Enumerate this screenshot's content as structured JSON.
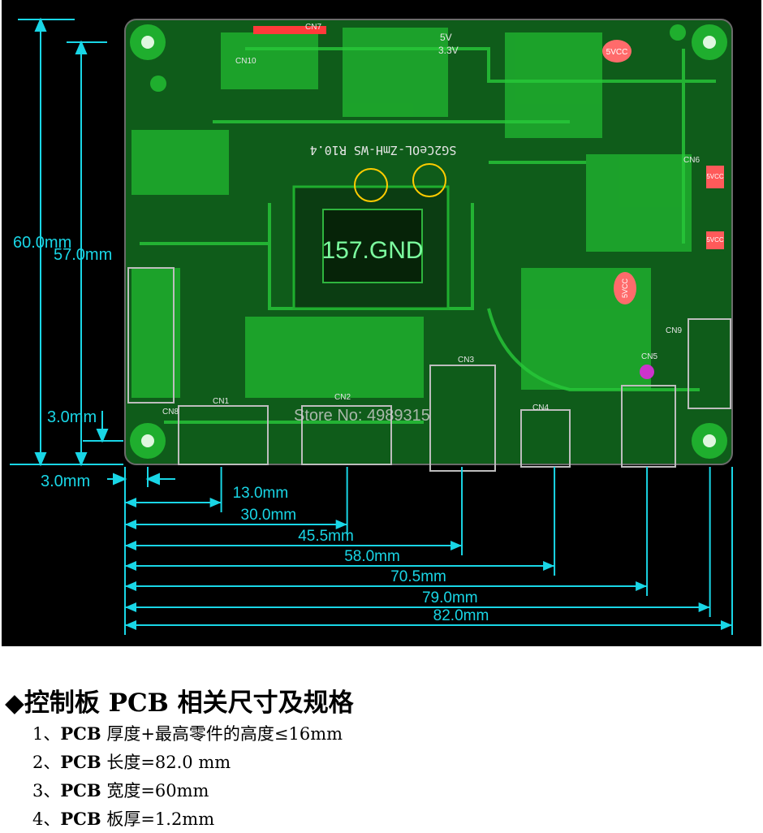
{
  "diagram": {
    "board_label": "157.GND",
    "silkscreen_code": "SG2CeOL-ZmH-WS R10.4",
    "watermark": "Store No: 4989315",
    "vcc_labels": [
      "5VCC",
      "5VCC",
      "5VCC",
      "5VCC"
    ],
    "connector_labels": [
      "CN7",
      "CN10",
      "CN1",
      "CN2",
      "CN3",
      "CN4",
      "CN5",
      "CN6",
      "CN8",
      "CN9"
    ],
    "voltage_labels": [
      "5V",
      "3.3V"
    ],
    "vertical_dimensions": [
      {
        "id": "v60",
        "value": 60.0,
        "label": "60.0mm"
      },
      {
        "id": "v57",
        "value": 57.0,
        "label": "57.0mm"
      },
      {
        "id": "v3a",
        "value": 3.0,
        "label": "3.0mm"
      },
      {
        "id": "v3b",
        "value": 3.0,
        "label": "3.0mm"
      }
    ],
    "horizontal_dimensions": [
      {
        "id": "h13",
        "value": 13.0,
        "label": "13.0mm"
      },
      {
        "id": "h30",
        "value": 30.0,
        "label": "30.0mm"
      },
      {
        "id": "h45",
        "value": 45.5,
        "label": "45.5mm"
      },
      {
        "id": "h58",
        "value": 58.0,
        "label": "58.0mm"
      },
      {
        "id": "h70",
        "value": 70.5,
        "label": "70.5mm"
      },
      {
        "id": "h79",
        "value": 79.0,
        "label": "79.0mm"
      },
      {
        "id": "h82",
        "value": 82.0,
        "label": "82.0mm"
      }
    ],
    "colors": {
      "background": "#000000",
      "board": "#0f5c1a",
      "copper": "#1fae2e",
      "dimension": "#19d6e6",
      "silk": "#e6e6e6",
      "pad": "#ff6b6b"
    }
  },
  "spec": {
    "bullet": "◆",
    "title": "控制板 PCB 相关尺寸及规格",
    "items": [
      {
        "num": "1、",
        "bold": "PCB",
        "text": " 厚度+最高零件的高度≤16mm"
      },
      {
        "num": "2、",
        "bold": "PCB",
        "text": " 长度=82.0 mm"
      },
      {
        "num": "3、",
        "bold": "PCB",
        "text": " 宽度=60mm"
      },
      {
        "num": "4、",
        "bold": "PCB",
        "text": " 板厚=1.2mm"
      }
    ]
  }
}
